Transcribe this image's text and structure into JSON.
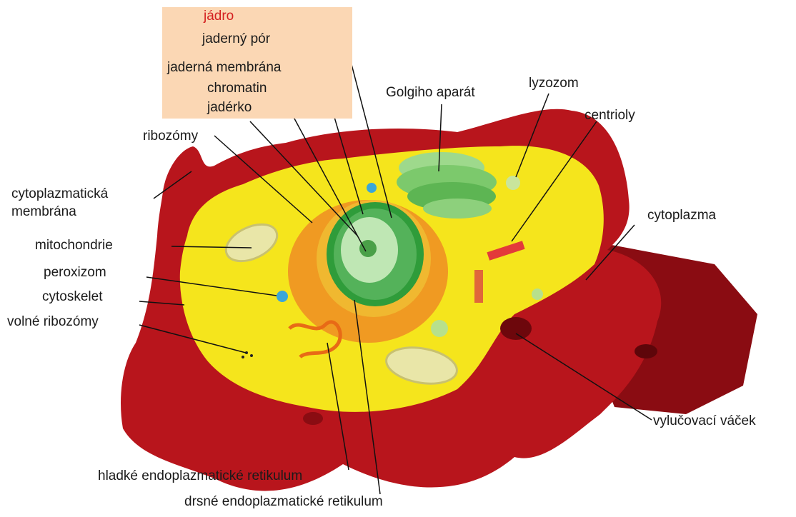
{
  "colors": {
    "membrane": "#b3141a",
    "membrane_dark": "#7d0a0f",
    "cytoplasm": "#f6e91a",
    "nucleus_envelope": "#ef8a10",
    "nucleus_inner": "#2f9c3a",
    "nucleolus": "#bfe7b4",
    "golgi": "#6cc26a",
    "mitochondria": "#e9e6a8",
    "label_box": "#fbd7b4",
    "label_highlight": "#d42020",
    "label_text": "#1a1a1a"
  },
  "labels": {
    "jadro": "jádro",
    "jaderny_por": "jaderný pór",
    "jaderna_membrana": "jaderná membrána",
    "chromatin": "chromatin",
    "jaderko": "jadérko",
    "ribozomy": "ribozómy",
    "golgi": "Golgiho aparát",
    "lyzozom": "lyzozom",
    "centrioly": "centrioly",
    "cyto_membrana_1": "cytoplazmatická",
    "cyto_membrana_2": "membrána",
    "cytoplazma": "cytoplazma",
    "mitochondrie": "mitochondrie",
    "peroxizom": "peroxizom",
    "cytoskelet": "cytoskelet",
    "volne_ribozomy": "volné ribozómy",
    "vylucovaci_vacek": "vylučovací váček",
    "hladke_er": "hladké endoplazmatické retikulum",
    "drsne_er": "drsné endoplazmatické retikulum"
  }
}
